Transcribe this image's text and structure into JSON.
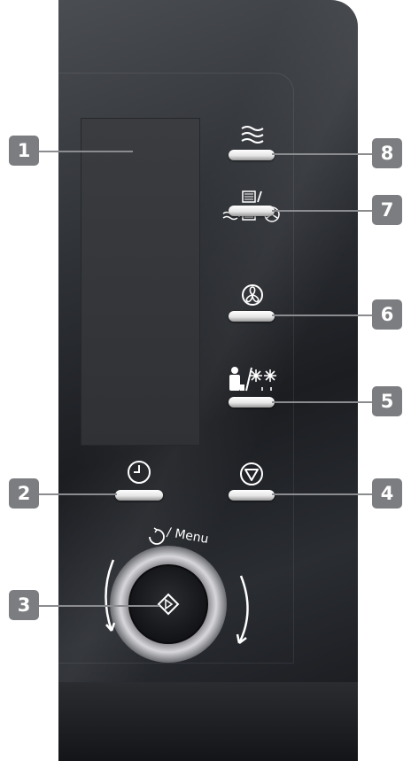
{
  "callouts": {
    "c1": "1",
    "c2": "2",
    "c3": "3",
    "c4": "4",
    "c5": "5",
    "c6": "6",
    "c7": "7",
    "c8": "8"
  },
  "dial": {
    "menu_label": "/ Menu"
  },
  "colors": {
    "panel": "#2a2d32",
    "callout": "#7b7d80",
    "leader": "#8a8c8f",
    "button": "#ffffff"
  },
  "icons": {
    "microwave": "microwave-wave-icon",
    "combi": "grill-combi-icon",
    "fan": "convection-fan-icon",
    "weight_defrost": "weight-defrost-icon",
    "stop": "stop-icon",
    "timer": "clock-timer-icon",
    "start": "start-diamond-icon"
  }
}
